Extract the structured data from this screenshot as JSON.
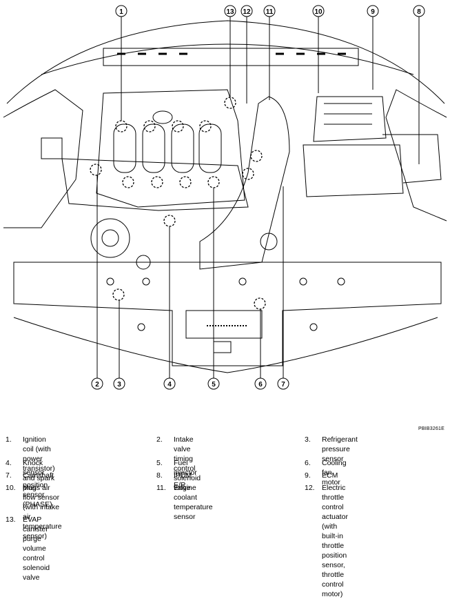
{
  "callouts": [
    "1",
    "2",
    "3",
    "4",
    "5",
    "6",
    "7",
    "8",
    "9",
    "10",
    "11",
    "12",
    "13"
  ],
  "figure_code": "PBIB3261E",
  "legend": [
    {
      "num": "1.",
      "lines": [
        "Ignition coil (with power transistor)",
        "and spark plug"
      ]
    },
    {
      "num": "2.",
      "lines": [
        "Intake valve timing control solenoid",
        "valve"
      ]
    },
    {
      "num": "3.",
      "lines": [
        "Refrigerant pressure sensor"
      ]
    },
    {
      "num": "4.",
      "lines": [
        "Knock sensor"
      ]
    },
    {
      "num": "5.",
      "lines": [
        "Fuel injector"
      ]
    },
    {
      "num": "6.",
      "lines": [
        "Cooling fan motor"
      ]
    },
    {
      "num": "7.",
      "lines": [
        "Camshaft position sensor (PHASE)"
      ]
    },
    {
      "num": "8.",
      "lines": [
        "IPDM E/R"
      ]
    },
    {
      "num": "9.",
      "lines": [
        "ECM"
      ]
    },
    {
      "num": "10.",
      "lines": [
        "Mass air flow sensor",
        "(with intake air temperature sensor)"
      ]
    },
    {
      "num": "11.",
      "lines": [
        "Engine coolant temperature sensor"
      ]
    },
    {
      "num": "12.",
      "lines": [
        "Electric throttle control actuator",
        "(with built-in throttle position sensor,",
        "throttle control motor)"
      ]
    },
    {
      "num": "13.",
      "lines": [
        "EVAP canister purge volume control",
        "solenoid valve"
      ]
    }
  ]
}
